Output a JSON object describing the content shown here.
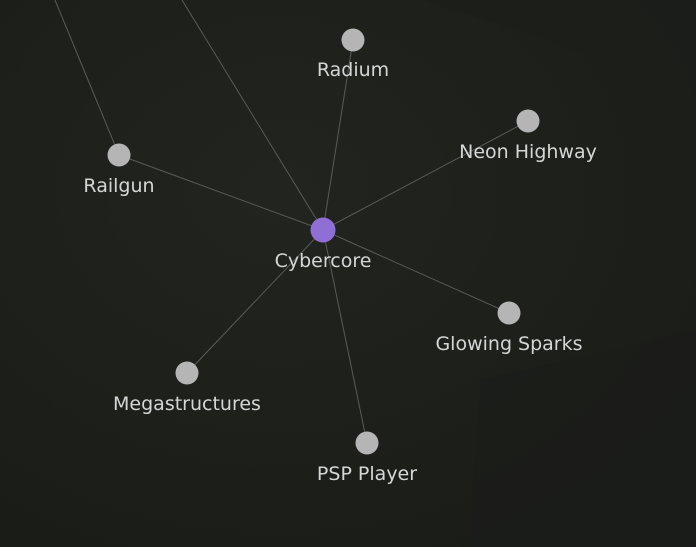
{
  "graph": {
    "center": {
      "id": "cybercore",
      "label": "Cybercore",
      "color": "#8f6fd6"
    },
    "nodes": [
      {
        "id": "radium",
        "label": "Radium"
      },
      {
        "id": "neon-highway",
        "label": "Neon Highway"
      },
      {
        "id": "railgun",
        "label": "Railgun"
      },
      {
        "id": "glowing-sparks",
        "label": "Glowing Sparks"
      },
      {
        "id": "megastructures",
        "label": "Megastructures"
      },
      {
        "id": "psp-player",
        "label": "PSP Player"
      }
    ],
    "node_color": "#b5b5b5",
    "edge_color": "#5a5b57",
    "background_color": "#1f211d"
  }
}
